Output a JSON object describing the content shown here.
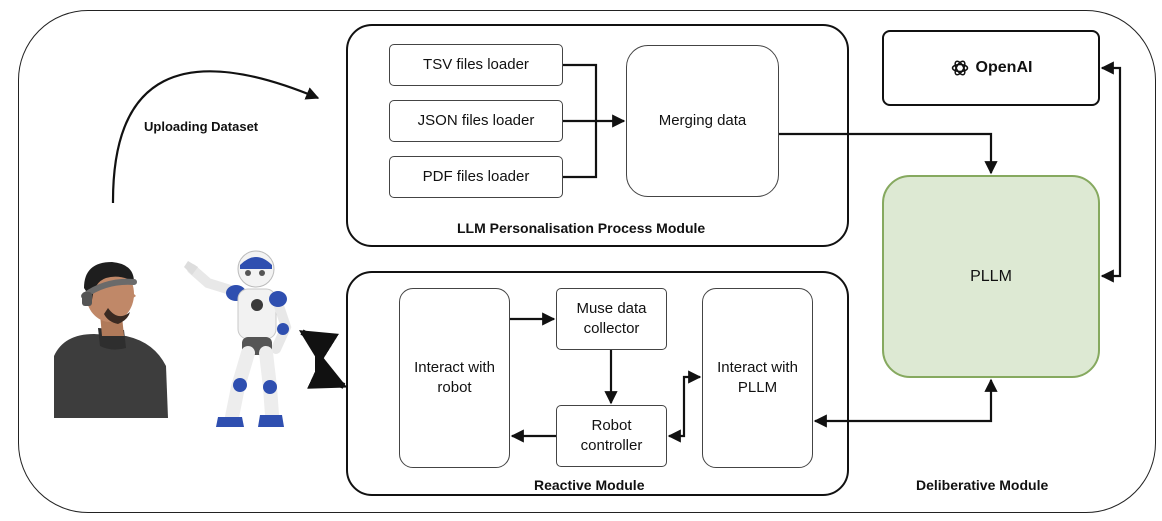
{
  "labels": {
    "uploading_dataset": "Uploading Dataset",
    "personalisation_module": "LLM Personalisation Process Module",
    "reactive_module": "Reactive Module",
    "deliberative_module": "Deliberative Module"
  },
  "loaders": {
    "tsv": "TSV files loader",
    "json": "JSON files loader",
    "pdf": "PDF files loader"
  },
  "merging": "Merging data",
  "openai": "OpenAI",
  "pllm": "PLLM",
  "reactive": {
    "interact_robot": "Interact with robot",
    "muse": "Muse data collector",
    "controller": "Robot controller",
    "interact_pllm": "Interact with PLLM"
  },
  "icons": {
    "openai": "openai-logo-icon",
    "person": "person-with-eeg-headband",
    "robot": "humanoid-robot"
  }
}
